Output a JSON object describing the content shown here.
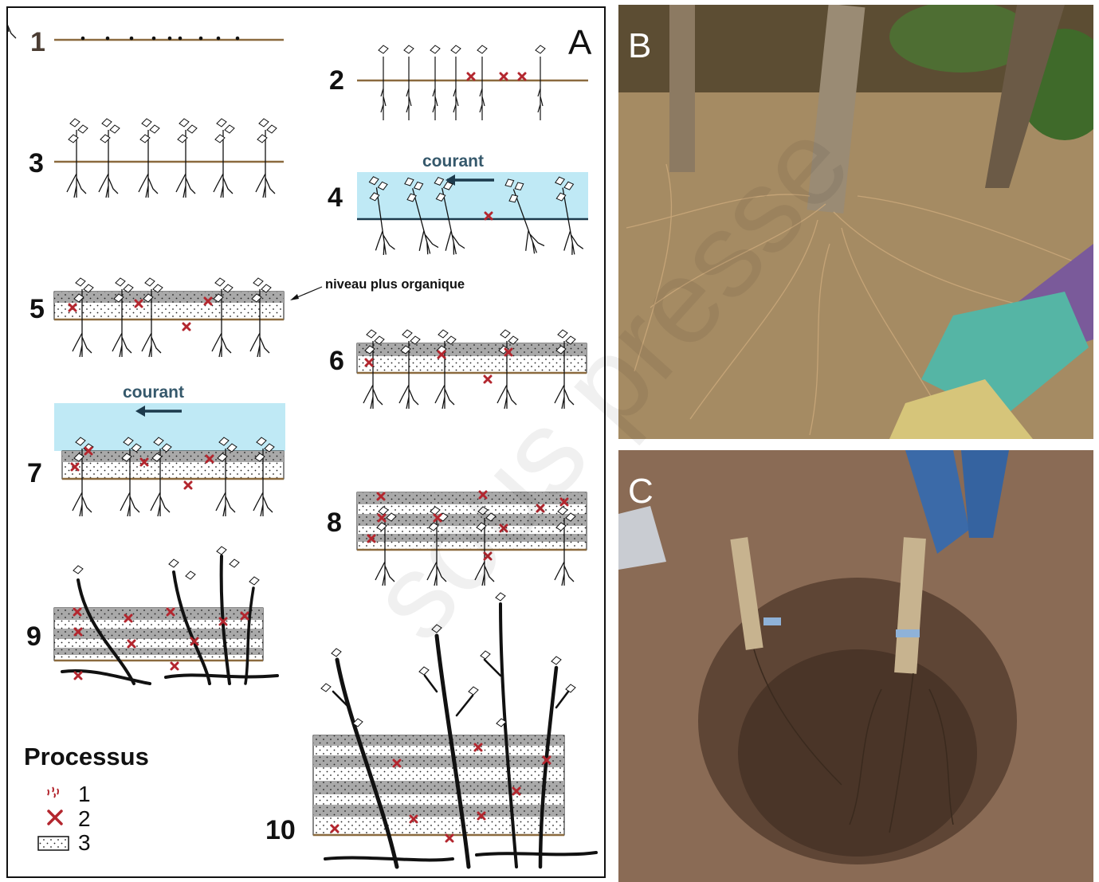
{
  "panel_a": {
    "letter": "A",
    "step_labels": [
      "1",
      "2",
      "3",
      "4",
      "5",
      "6",
      "7",
      "8",
      "9",
      "10"
    ],
    "current_label_1": "courant",
    "current_label_2": "courant",
    "organic_level_label": "niveau plus organique",
    "legend": {
      "title": "Processus",
      "items": [
        {
          "label": "1",
          "symbol": "red-dashes-icon"
        },
        {
          "label": "2",
          "symbol": "red-cross-icon"
        },
        {
          "label": "3",
          "symbol": "dotted-sediment-box-icon"
        }
      ]
    },
    "colors": {
      "ground_line": "#8b6a3e",
      "water": "#bfe9f5",
      "arrow": "#1c3a4c",
      "marker": "#b3262e",
      "organic_band": "#aaaaaa"
    }
  },
  "photos": [
    {
      "letter": "B"
    },
    {
      "letter": "C"
    }
  ],
  "watermark": "sous presse"
}
